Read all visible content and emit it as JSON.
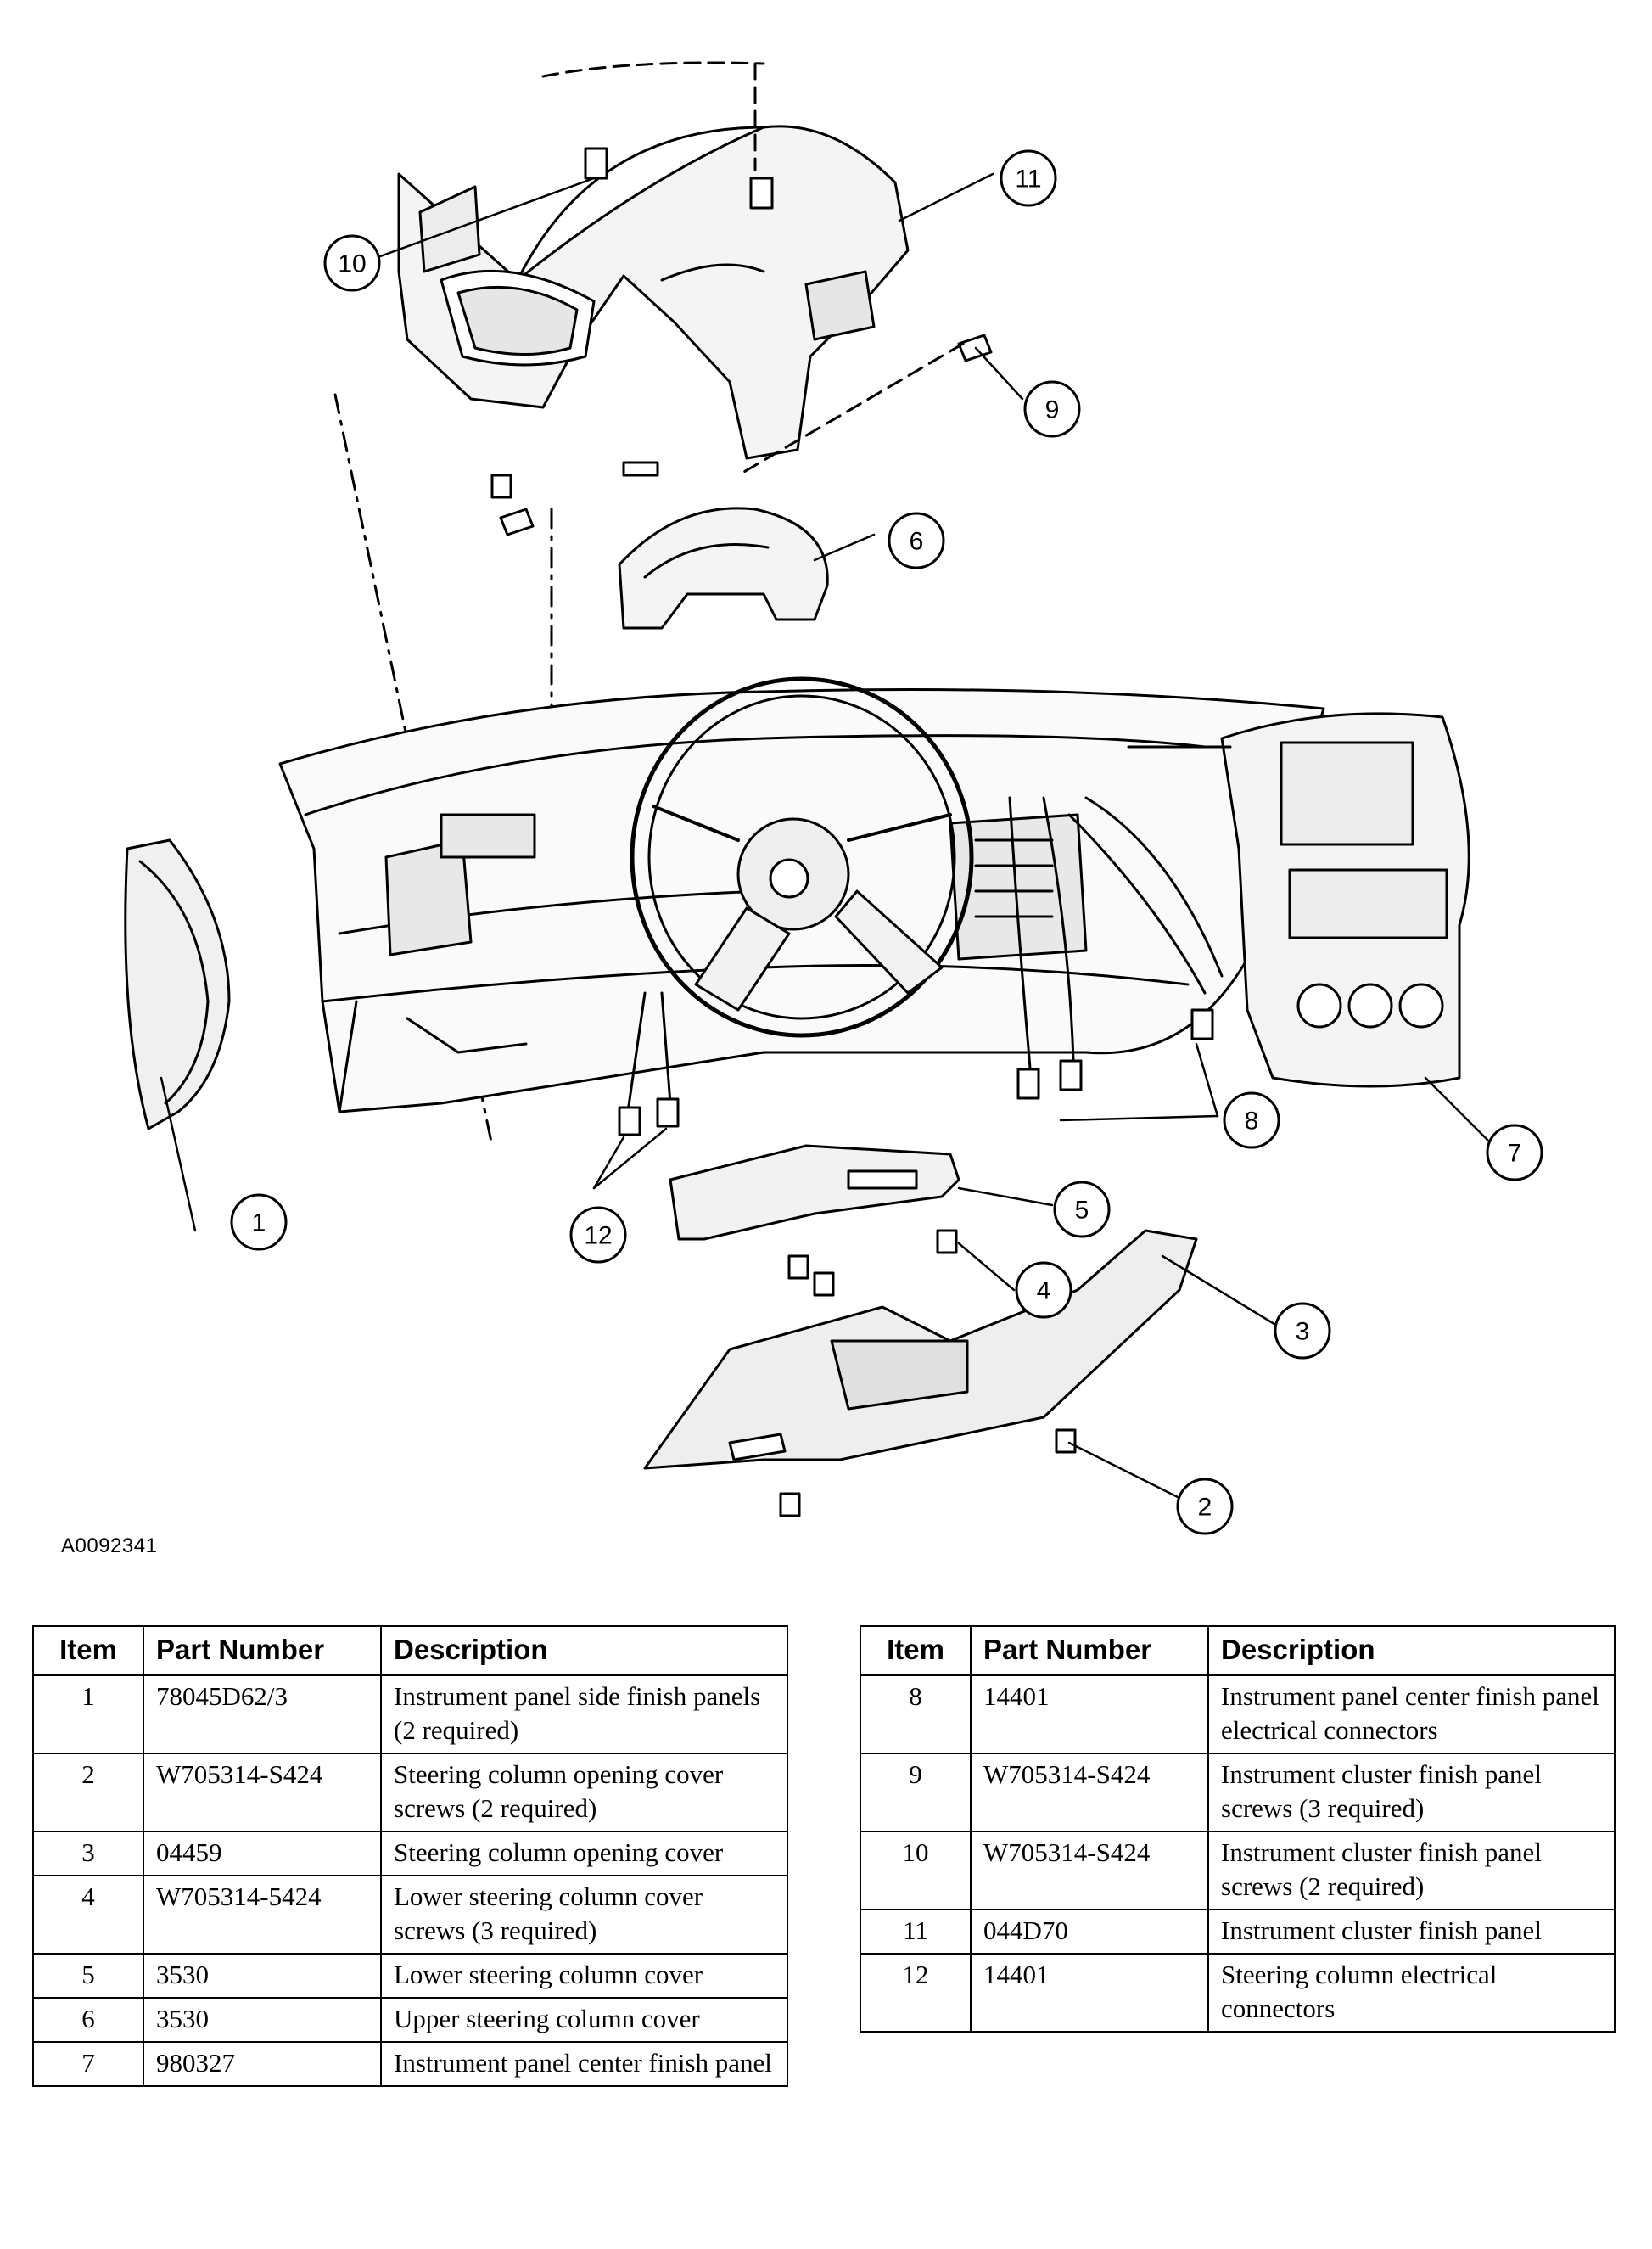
{
  "figure": {
    "id_label": "A0092341",
    "callouts": [
      "1",
      "2",
      "3",
      "4",
      "5",
      "6",
      "7",
      "8",
      "9",
      "10",
      "11",
      "12"
    ]
  },
  "table": {
    "headers": {
      "item": "Item",
      "part_number": "Part Number",
      "description": "Description"
    },
    "left_rows": [
      {
        "item": "1",
        "part_number": "78045D62/3",
        "description": "Instrument panel side finish panels (2 required)"
      },
      {
        "item": "2",
        "part_number": "W705314-S424",
        "description": "Steering column opening cover screws (2 required)"
      },
      {
        "item": "3",
        "part_number": "04459",
        "description": "Steering column opening cover"
      },
      {
        "item": "4",
        "part_number": "W705314-5424",
        "description": "Lower steering column cover screws (3 required)"
      },
      {
        "item": "5",
        "part_number": "3530",
        "description": "Lower steering column cover"
      },
      {
        "item": "6",
        "part_number": "3530",
        "description": "Upper steering column cover"
      },
      {
        "item": "7",
        "part_number": "980327",
        "description": "Instrument panel center finish panel"
      }
    ],
    "right_rows": [
      {
        "item": "8",
        "part_number": "14401",
        "description": "Instrument panel center finish panel electrical connectors"
      },
      {
        "item": "9",
        "part_number": "W705314-S424",
        "description": "Instrument cluster finish panel screws (3 required)"
      },
      {
        "item": "10",
        "part_number": "W705314-S424",
        "description": "Instrument cluster finish panel screws (2 required)"
      },
      {
        "item": "11",
        "part_number": "044D70",
        "description": "Instrument cluster finish panel"
      },
      {
        "item": "12",
        "part_number": "14401",
        "description": "Steering column electrical connectors"
      }
    ]
  }
}
